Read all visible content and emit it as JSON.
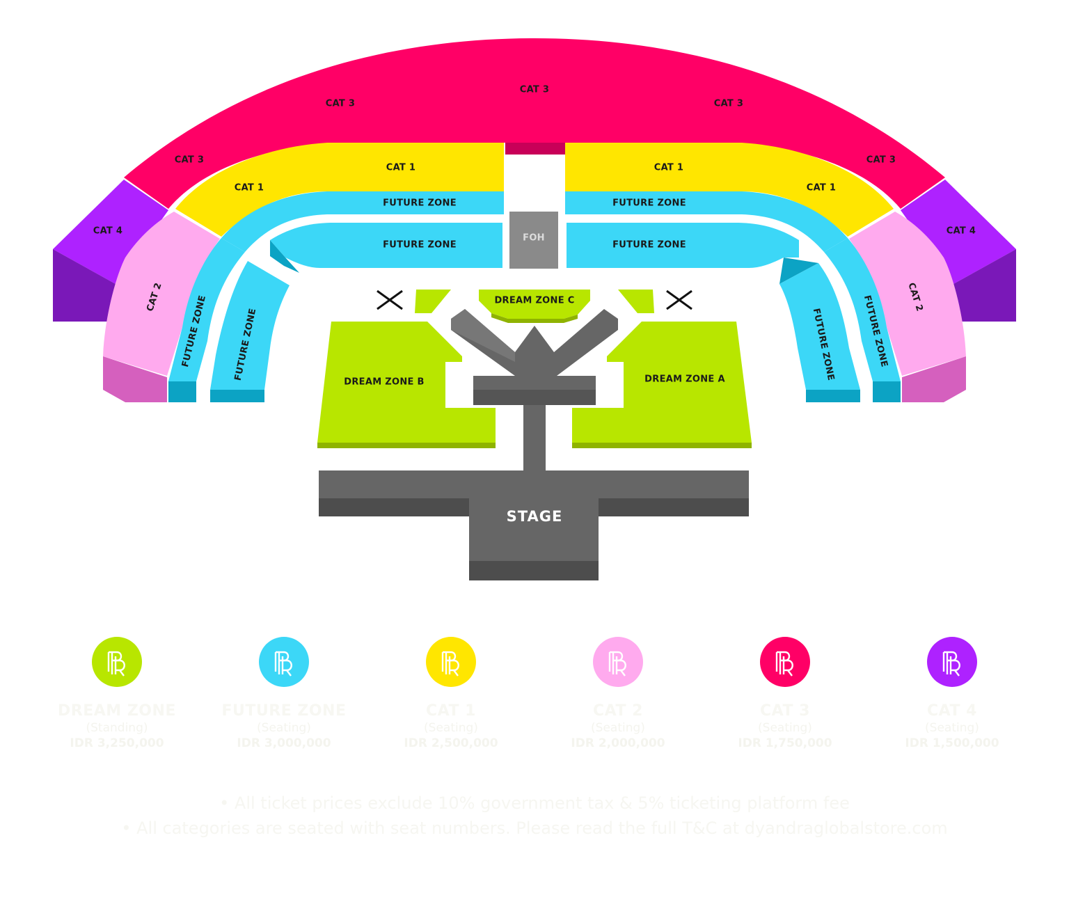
{
  "colors": {
    "dream": "#b8e600",
    "future": "#3cd7f7",
    "cat1": "#ffe600",
    "cat2": "#ffaaee",
    "cat3": "#ff0066",
    "cat4": "#ae22ff",
    "stage": "#666666",
    "foh": "#8a8a8a"
  },
  "zones": {
    "cat3_top": "CAT 3",
    "cat3_left_upper": "CAT 3",
    "cat3_right_upper": "CAT 3",
    "cat3_left": "CAT 3",
    "cat3_right": "CAT 3",
    "cat1_left": "CAT 1",
    "cat1_right": "CAT 1",
    "cat1_left_side": "CAT 1",
    "cat1_right_side": "CAT 1",
    "cat4_left": "CAT 4",
    "cat4_right": "CAT 4",
    "cat2_left": "CAT 2",
    "cat2_right": "CAT 2",
    "future_top_left_outer": "FUTURE ZONE",
    "future_top_right_outer": "FUTURE ZONE",
    "future_top_left_inner": "FUTURE ZONE",
    "future_top_right_inner": "FUTURE ZONE",
    "future_left_outer": "FUTURE ZONE",
    "future_left_inner": "FUTURE ZONE",
    "future_right_outer": "FUTURE ZONE",
    "future_right_inner": "FUTURE ZONE",
    "foh": "FOH",
    "dream_a": "DREAM ZONE A",
    "dream_b": "DREAM ZONE B",
    "dream_c": "DREAM ZONE C",
    "stage": "STAGE"
  },
  "legend": [
    {
      "title": "DREAM ZONE",
      "sub": "(Standing)",
      "price": "IDR 3,250,000",
      "color": "#b8e600"
    },
    {
      "title": "FUTURE ZONE",
      "sub": "(Seating)",
      "price": "IDR 3,000,000",
      "color": "#3cd7f7"
    },
    {
      "title": "CAT 1",
      "sub": "(Seating)",
      "price": "IDR 2,500,000",
      "color": "#ffe600"
    },
    {
      "title": "CAT 2",
      "sub": "(Seating)",
      "price": "IDR 2,000,000",
      "color": "#ffaaee"
    },
    {
      "title": "CAT 3",
      "sub": "(Seating)",
      "price": "IDR 1,750,000",
      "color": "#ff0066"
    },
    {
      "title": "CAT 4",
      "sub": "(Seating)",
      "price": "IDR 1,500,000",
      "color": "#ae22ff"
    }
  ],
  "notes": [
    "• All ticket prices exclude 10% government tax & 5% ticketing platform fee",
    "• All categories are seated with seat numbers. Please read the full T&C at dyandraglobalstore.com"
  ]
}
